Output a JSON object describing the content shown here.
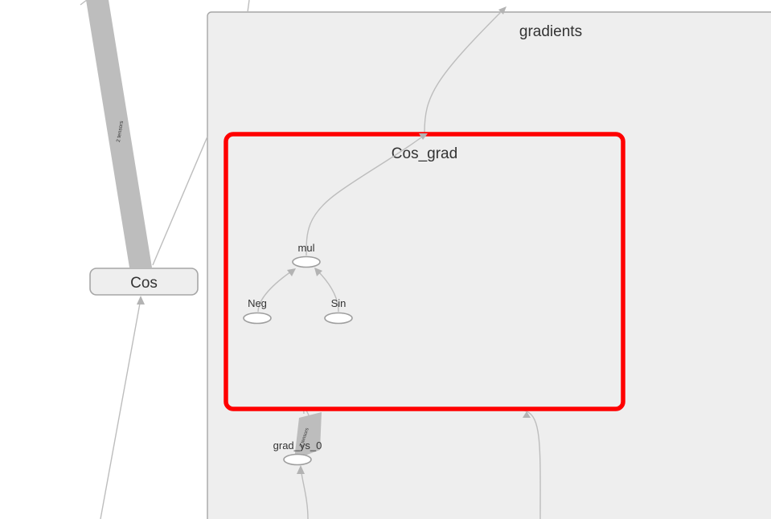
{
  "graph": {
    "gradients_label": "gradients",
    "cos_grad_label": "Cos_grad",
    "cos_node_label": "Cos",
    "nodes": {
      "mul": "mul",
      "neg": "Neg",
      "sin": "Sin",
      "grad_ys": "grad_ys_0"
    },
    "edge_labels": {
      "cos_to_gradients": "2 tensors",
      "grad_ys_to_cos_grad": "2 tensors"
    },
    "highlight_color": "#ff0000"
  }
}
